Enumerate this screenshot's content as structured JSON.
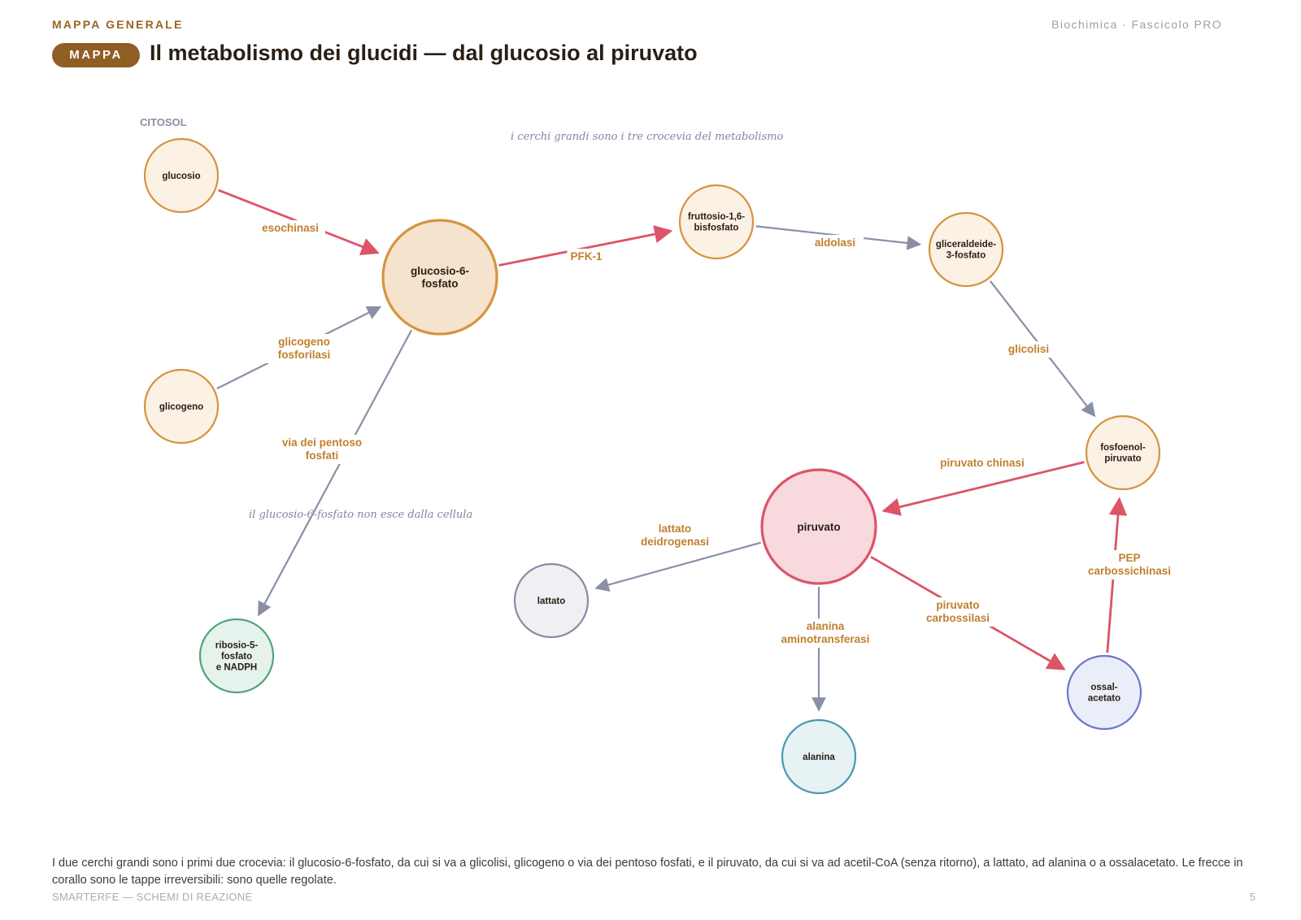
{
  "header": {
    "section": "MAPPA GENERALE",
    "book": "Biochimica · Fascicolo PRO",
    "badge": "MAPPA",
    "title": "Il metabolismo dei glucidi — dal glucosio al piruvato"
  },
  "diagram": {
    "region": "CITOSOL",
    "notes": {
      "crossroads": "i cerchi grandi sono i tre crocevia del metabolismo",
      "g6p": "il glucosio-6-fosfato non esce dalla cellula"
    },
    "nodes": [
      {
        "id": "glucosio",
        "lines": [
          "glucosio"
        ],
        "kind": "metabolite"
      },
      {
        "id": "g6p",
        "lines": [
          "glucosio-6-",
          "fosfato"
        ],
        "kind": "hub"
      },
      {
        "id": "glicogeno",
        "lines": [
          "glicogeno"
        ],
        "kind": "metabolite"
      },
      {
        "id": "f16bp",
        "lines": [
          "fruttosio-1,6-",
          "bisfosfato"
        ],
        "kind": "metabolite"
      },
      {
        "id": "gap",
        "lines": [
          "gliceraldeide-",
          "3-fosfato"
        ],
        "kind": "metabolite"
      },
      {
        "id": "pep",
        "lines": [
          "fosfoenol-",
          "piruvato"
        ],
        "kind": "metabolite"
      },
      {
        "id": "piruvato",
        "lines": [
          "piruvato"
        ],
        "kind": "hub-red"
      },
      {
        "id": "lattato",
        "lines": [
          "lattato"
        ],
        "kind": "grey"
      },
      {
        "id": "alanina",
        "lines": [
          "alanina"
        ],
        "kind": "teal"
      },
      {
        "id": "oaa",
        "lines": [
          "ossal-",
          "acetato"
        ],
        "kind": "blue"
      },
      {
        "id": "r5p",
        "lines": [
          "ribosio-5-",
          "fosfato",
          "e NADPH"
        ],
        "kind": "green"
      }
    ],
    "edges": [
      {
        "from": "glucosio",
        "to": "g6p",
        "label": [
          "esochinasi"
        ],
        "irreversible": true
      },
      {
        "from": "glicogeno",
        "to": "g6p",
        "label": [
          "glicogeno",
          "fosforilasi"
        ],
        "irreversible": false
      },
      {
        "from": "g6p",
        "to": "f16bp",
        "label": [
          "PFK-1"
        ],
        "irreversible": true
      },
      {
        "from": "g6p",
        "to": "r5p",
        "label": [
          "via dei pentoso",
          "fosfati"
        ],
        "irreversible": false
      },
      {
        "from": "f16bp",
        "to": "gap",
        "label": [
          "aldolasi"
        ],
        "irreversible": false
      },
      {
        "from": "gap",
        "to": "pep",
        "label": [
          "glicolisi"
        ],
        "irreversible": false
      },
      {
        "from": "pep",
        "to": "piruvato",
        "label": [
          "piruvato chinasi"
        ],
        "irreversible": true
      },
      {
        "from": "piruvato",
        "to": "lattato",
        "label": [
          "lattato",
          "deidrogenasi"
        ],
        "irreversible": false
      },
      {
        "from": "piruvato",
        "to": "alanina",
        "label": [
          "alanina",
          "aminotransferasi"
        ],
        "irreversible": false
      },
      {
        "from": "piruvato",
        "to": "oaa",
        "label": [
          "piruvato",
          "carbossilasi"
        ],
        "irreversible": true
      },
      {
        "from": "oaa",
        "to": "pep",
        "label": [
          "PEP",
          "carbossichinasi"
        ],
        "irreversible": true
      }
    ],
    "colors": {
      "irreversible": "#dc5468",
      "reversible": "#8a8fa6",
      "metabolite_fill": "#fbf1e4",
      "metabolite_stroke": "#d4943f",
      "hub_fill": "#f6e3cd",
      "hub_stroke": "#d4943f",
      "hub_red_fill": "#f8d9de",
      "hub_red_stroke": "#dc5468",
      "grey_fill": "#f0f0f4",
      "grey_stroke": "#8a8aaa",
      "teal_fill": "#e7f2f4",
      "teal_stroke": "#4a98b0",
      "blue_fill": "#eaeef9",
      "blue_stroke": "#6a76cc",
      "green_fill": "#e6f3ec",
      "green_stroke": "#52a47a"
    }
  },
  "caption": "I due cerchi grandi sono i primi due crocevia: il glucosio-6-fosfato, da cui si va a glicolisi, glicogeno o via dei pentoso fosfati, e il piruvato, da cui si va ad acetil-CoA (senza ritorno), a lattato, ad alanina o a ossalacetato. Le frecce in corallo sono le tappe irreversibili: sono quelle regolate.",
  "footer": {
    "left": "SMARTERFE — SCHEMI DI REAZIONE",
    "page": "5"
  }
}
